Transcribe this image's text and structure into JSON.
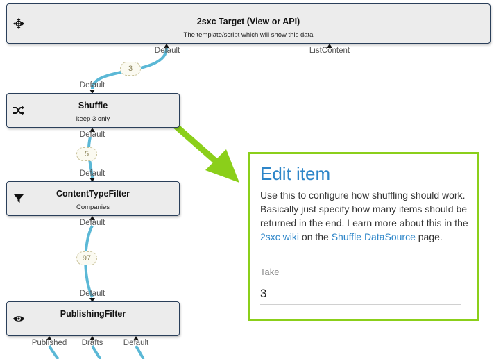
{
  "nodes": {
    "target": {
      "title": "2sxc Target (View or API)",
      "subtitle": "The template/script which will show this data",
      "icon": "move-icon"
    },
    "shuffle": {
      "title": "Shuffle",
      "subtitle": "keep 3 only",
      "icon": "shuffle-icon"
    },
    "contenttype": {
      "title": "ContentTypeFilter",
      "subtitle": "Companies",
      "icon": "filter-icon"
    },
    "publishing": {
      "title": "PublishingFilter",
      "subtitle": "",
      "icon": "eye-icon"
    }
  },
  "ports": {
    "target_default": "Default",
    "target_listcontent": "ListContent",
    "shuffle_in": "Default",
    "shuffle_out": "Default",
    "contenttype_in": "Default",
    "contenttype_out": "Default",
    "publishing_in": "Default",
    "publishing_published": "Published",
    "publishing_drafts": "Drafts",
    "publishing_default": "Default"
  },
  "counts": {
    "shuffle_to_target": "3",
    "contenttype_to_shuffle": "5",
    "publishing_to_contenttype": "97"
  },
  "edit_panel": {
    "title": "Edit item",
    "desc_text_1": "Use this to configure how shuffling should work. Basically just specify how many items should be returned in the end. Learn more about this in the ",
    "link_wiki": "2sxc wiki",
    "desc_text_2": " on the ",
    "link_datasource": "Shuffle DataSource",
    "desc_text_3": " page.",
    "field_label": "Take",
    "field_value": "3"
  },
  "colors": {
    "wire": "#5bb8d6",
    "highlight_arrow": "#8bcf1a",
    "link": "#2e86c9",
    "node_border": "#2a3f5a"
  }
}
